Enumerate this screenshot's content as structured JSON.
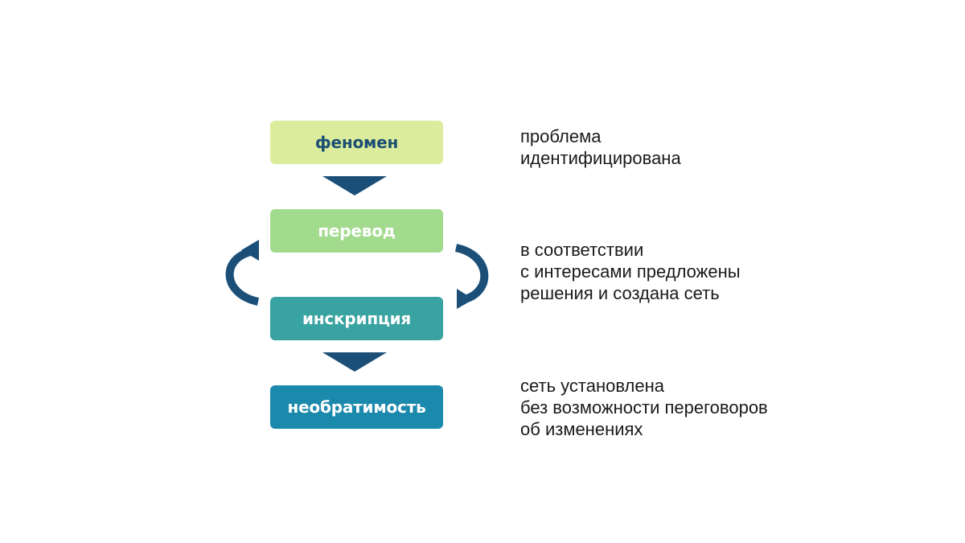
{
  "colors": {
    "accent_dark": "#1c4f73",
    "arrow": "#1b4f78",
    "background": "#ffffff",
    "text": "#1a1a1a"
  },
  "steps": [
    {
      "label": "феномен",
      "fill": "#dbec9c"
    },
    {
      "label": "перевод",
      "fill": "#a2db8d"
    },
    {
      "label": "инскрипция",
      "fill": "#38a3a1"
    },
    {
      "label": "необратимость",
      "fill": "#1b89ab"
    }
  ],
  "connectors": {
    "down_arrows": [
      "down-arrow-icon",
      "down-arrow-icon"
    ],
    "cycle": [
      "curved-arrow-up-icon",
      "curved-arrow-down-icon"
    ]
  },
  "descriptions": [
    {
      "lines": [
        "проблема",
        "идентифицирована"
      ]
    },
    {
      "lines": [
        "в соответствии",
        "с интересами предложены",
        "решения и создана сеть"
      ]
    },
    {
      "lines": [
        "сеть установлена",
        "без возможности переговоров",
        "об изменениях"
      ]
    }
  ]
}
